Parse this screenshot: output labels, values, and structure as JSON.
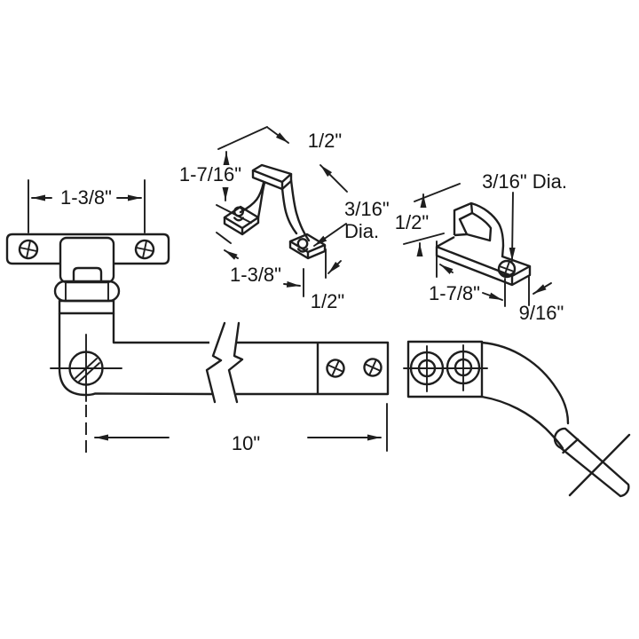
{
  "page": {
    "background": "#ffffff",
    "line_color": "#1e1e1e",
    "description_labels_only": "dimension annotations of hardware line drawing"
  },
  "labels": {
    "left_hole_spacing": "1-3/8\"",
    "mid_top_width": "1/2\"",
    "mid_height": "1-7/16\"",
    "mid_hole_diameter_line1": "3/16\"",
    "mid_hole_diameter_line2": "Dia.",
    "mid_base_length": "1-3/8\"",
    "mid_base_width": "1/2\"",
    "right_hole_diameter": "3/16\" Dia.",
    "right_height": "1/2\"",
    "right_base_length": "1-7/8\"",
    "right_base_width": "9/16\"",
    "arm_length": "10\""
  }
}
